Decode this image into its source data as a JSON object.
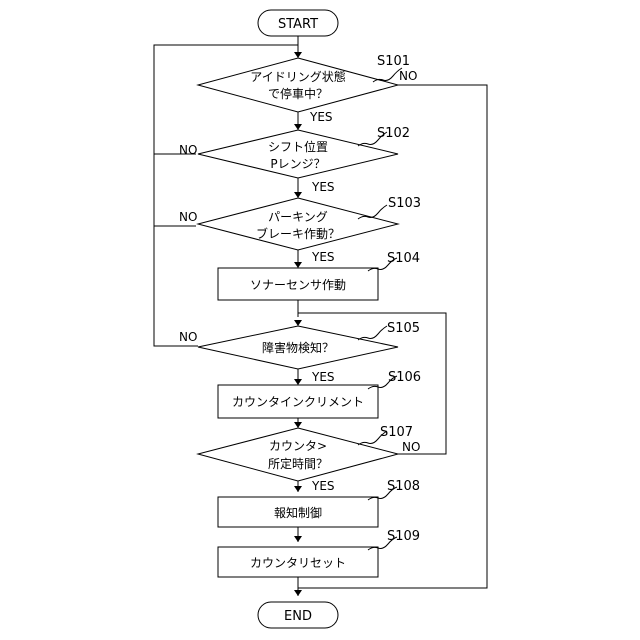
{
  "terminals": {
    "start": "START",
    "end": "END"
  },
  "steps": {
    "s101": {
      "id": "S101",
      "lines": [
        "アイドリング状態",
        "で停車中？"
      ]
    },
    "s102": {
      "id": "S102",
      "lines": [
        "シフト位置",
        "Pレンジ？"
      ]
    },
    "s103": {
      "id": "S103",
      "lines": [
        "パーキング",
        "ブレーキ作動？"
      ]
    },
    "s104": {
      "id": "S104",
      "text": "ソナーセンサ作動"
    },
    "s105": {
      "id": "S105",
      "text": "障害物検知？"
    },
    "s106": {
      "id": "S106",
      "text": "カウンタインクリメント"
    },
    "s107": {
      "id": "S107",
      "lines": [
        "カウンタ>",
        "所定時間？"
      ]
    },
    "s108": {
      "id": "S108",
      "text": "報知制御"
    },
    "s109": {
      "id": "S109",
      "text": "カウンタリセット"
    }
  },
  "branch_labels": {
    "yes": "YES",
    "no": "NO"
  }
}
